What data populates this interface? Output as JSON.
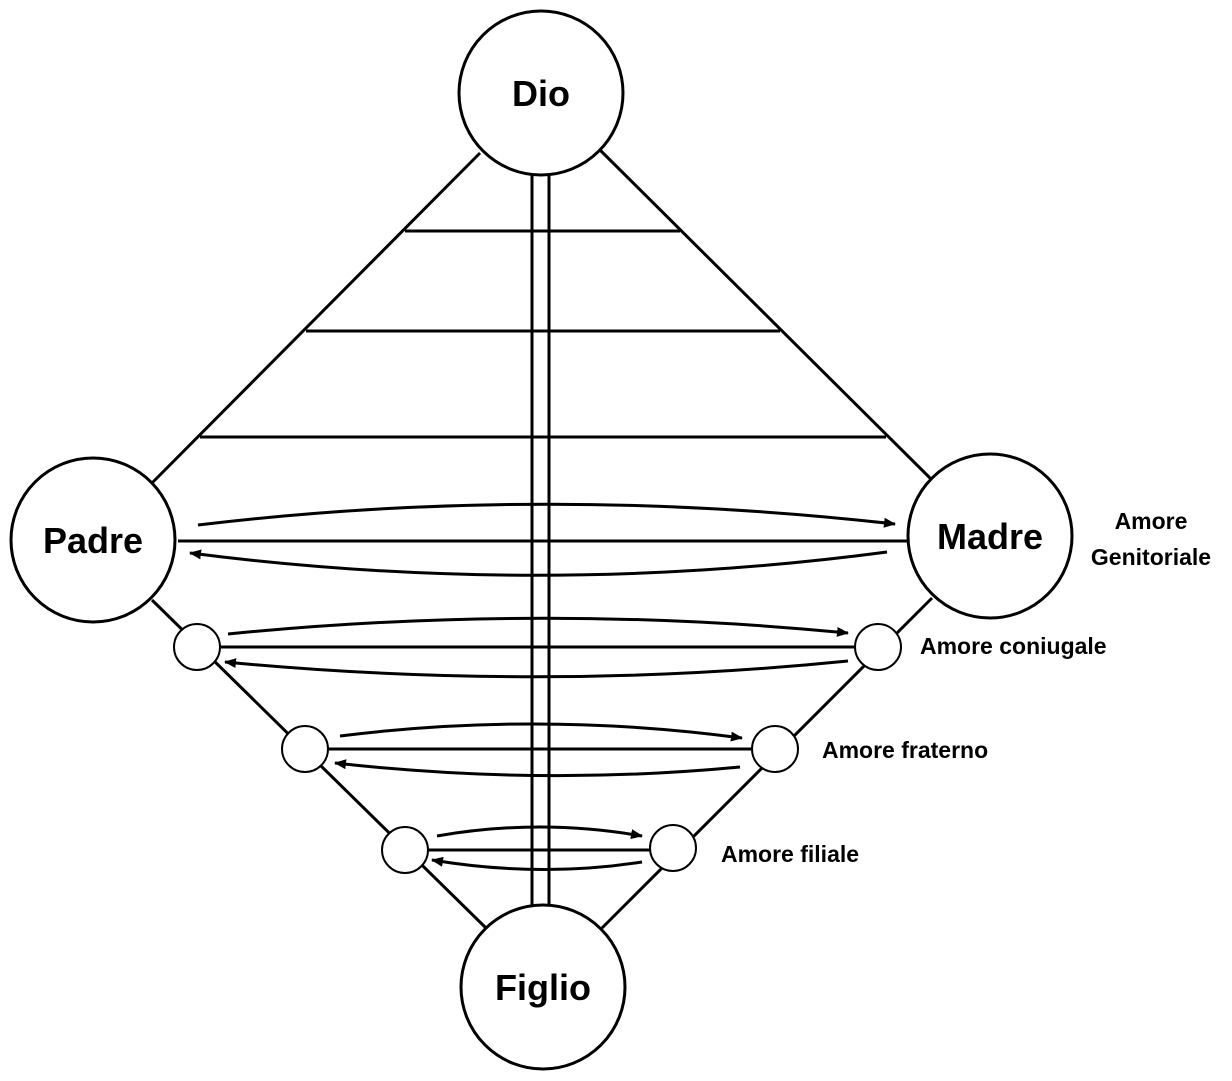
{
  "nodes": {
    "dio": "Dio",
    "padre": "Padre",
    "madre": "Madre",
    "figlio": "Figlio"
  },
  "labels": {
    "genitoriale_line1": "Amore",
    "genitoriale_line2": "Genitoriale",
    "coniugale": "Amore coniugale",
    "fraterno": "Amore fraterno",
    "filiale": "Amore filiale"
  }
}
